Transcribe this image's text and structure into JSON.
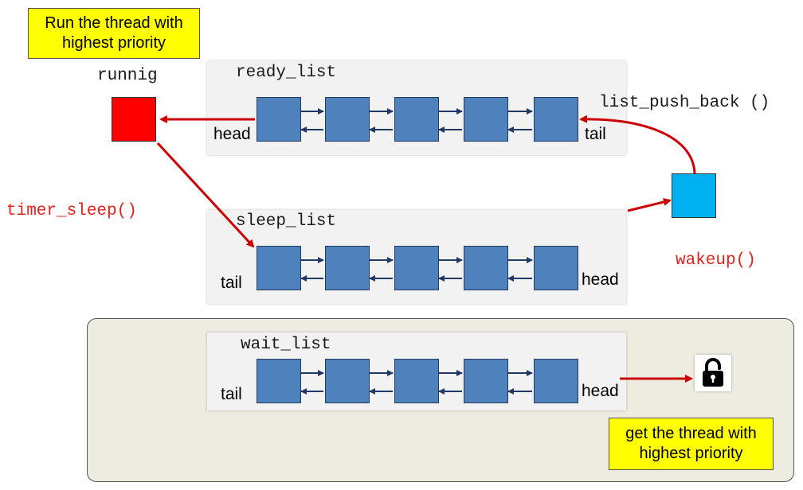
{
  "callouts": {
    "run_highest": "Run the thread with highest priority",
    "get_highest": "get the thread with highest priority"
  },
  "labels": {
    "running": "runnig",
    "ready_list": "ready_list",
    "sleep_list": "sleep_list",
    "wait_list": "wait_list",
    "list_push_back": "list_push_back ()",
    "timer_sleep": "timer_sleep()",
    "wakeup": "wakeup()"
  },
  "ends": {
    "ready_left": "head",
    "ready_right": "tail",
    "sleep_left": "tail",
    "sleep_right": "head",
    "wait_left": "tail",
    "wait_right": "head"
  },
  "icons": {
    "lock": "lock-icon"
  },
  "colors": {
    "node": "#4f81bd",
    "running": "#ff0000",
    "wakeup_node": "#00b0f0",
    "arrow_red": "#cc0000",
    "callout": "#ffff00",
    "function_text": "#e0241b"
  }
}
